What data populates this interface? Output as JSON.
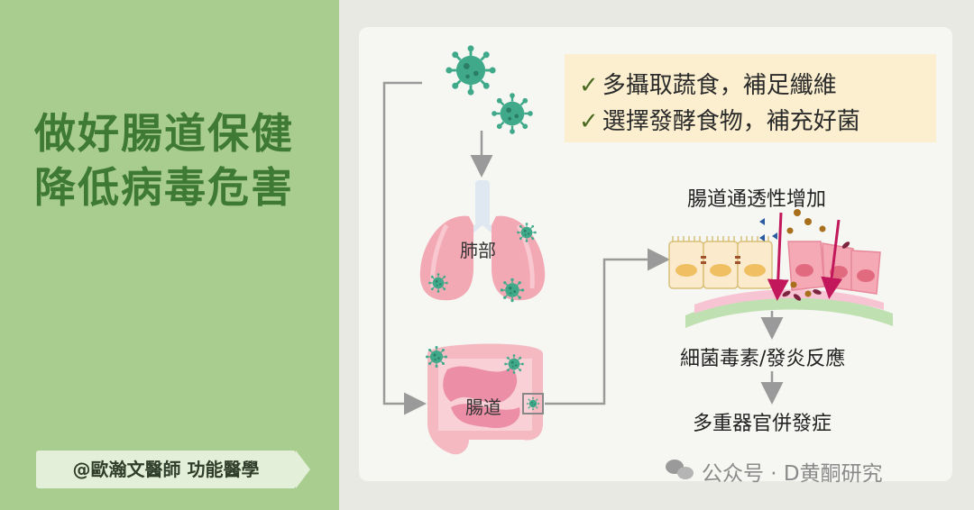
{
  "title": {
    "line1": "做好腸道保健",
    "line2": "降低病毒危害"
  },
  "tag": "@歐瀚文醫師 功能醫學",
  "tips": [
    {
      "check": "✓",
      "text": "多攝取蔬食，補足纖維"
    },
    {
      "check": "✓",
      "text": "選擇發酵食物，補充好菌"
    }
  ],
  "diagram": {
    "lung_label": "肺部",
    "gut_label": "腸道",
    "permeability_label": "腸道通透性增加",
    "toxin_label": "細菌毒素/發炎反應",
    "outcome_label": "多重器官併發症"
  },
  "watermark": "公众号 · D黄酮研究",
  "colors": {
    "left_bg": "#a9cd8e",
    "title": "#3f7a34",
    "virus": "#3fa98a",
    "tip_bg": "#fbefcf",
    "arrow": "#9a9a9a"
  }
}
